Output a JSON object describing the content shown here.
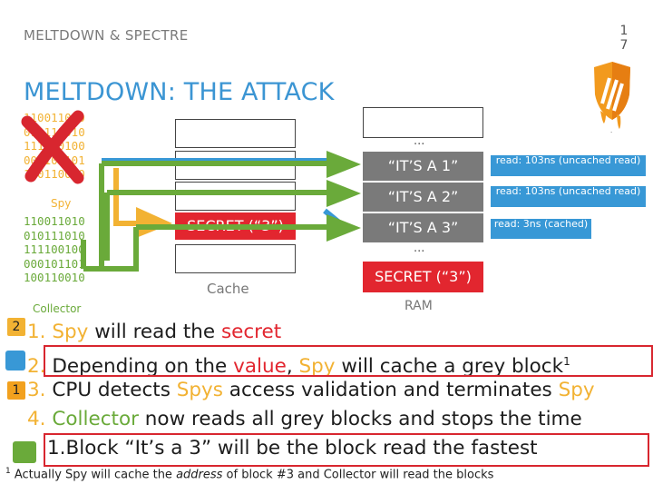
{
  "header": {
    "section": "MELTDOWN & SPECTRE",
    "page_number": "1\n7",
    "title": "MELTDOWN: THE ATTACK"
  },
  "spy": {
    "bits": "110011010\n010111010\n111100100\n000101101\n100110010",
    "label": "Spy"
  },
  "collector": {
    "bits": "110011010\n010111010\n111100100\n000101101\n100110010",
    "label": "Collector"
  },
  "cache": {
    "label": "Cache",
    "secret_block": "SECRET (“3”)"
  },
  "ram": {
    "label": "RAM",
    "dots_top": "...",
    "dots_bottom": "...",
    "blocks": [
      "“IT’S A 1”",
      "“IT’S A 2”",
      "“IT’S A 3”"
    ],
    "secret": "SECRET (“3”)"
  },
  "reads": [
    "read: 103ns (uncached read)",
    "read: 103ns (uncached read)",
    "read: 3ns (cached)"
  ],
  "steps": {
    "s1": {
      "num": "1.",
      "a": "Spy",
      "b": " will read the ",
      "c": "secret"
    },
    "s2": {
      "num": "2.",
      "a": "Depending on the ",
      "b": "value",
      "c": ", ",
      "d": "Spy",
      "e": " will cache a grey block",
      "sup": "1"
    },
    "s3": {
      "num": "3.",
      "a": "CPU detects ",
      "b": "Spys",
      "c": " access validation and terminates ",
      "d": "Spy"
    },
    "s4": {
      "num": "4.",
      "a": "Collector",
      "b": " now reads all grey blocks and stops the time"
    },
    "s5": {
      "text": "1.Block “It’s a 3” will be the block read the fastest"
    }
  },
  "badges": {
    "yellow": "2",
    "orange": "1"
  },
  "footnote": {
    "sup": "1",
    "a": " Actually Spy will cache the ",
    "b": "address",
    "c": " of block #3 and Collector will read the blocks"
  },
  "colors": {
    "title_blue": "#3b95d3",
    "spy_yellow": "#f2b233",
    "collector_green": "#6aaa3a",
    "secret_red": "#e2262f",
    "read_blue": "#3898d6",
    "block_grey": "#7a7a7a"
  },
  "icons": [
    "meltdown-logo-icon",
    "red-cross-icon"
  ]
}
